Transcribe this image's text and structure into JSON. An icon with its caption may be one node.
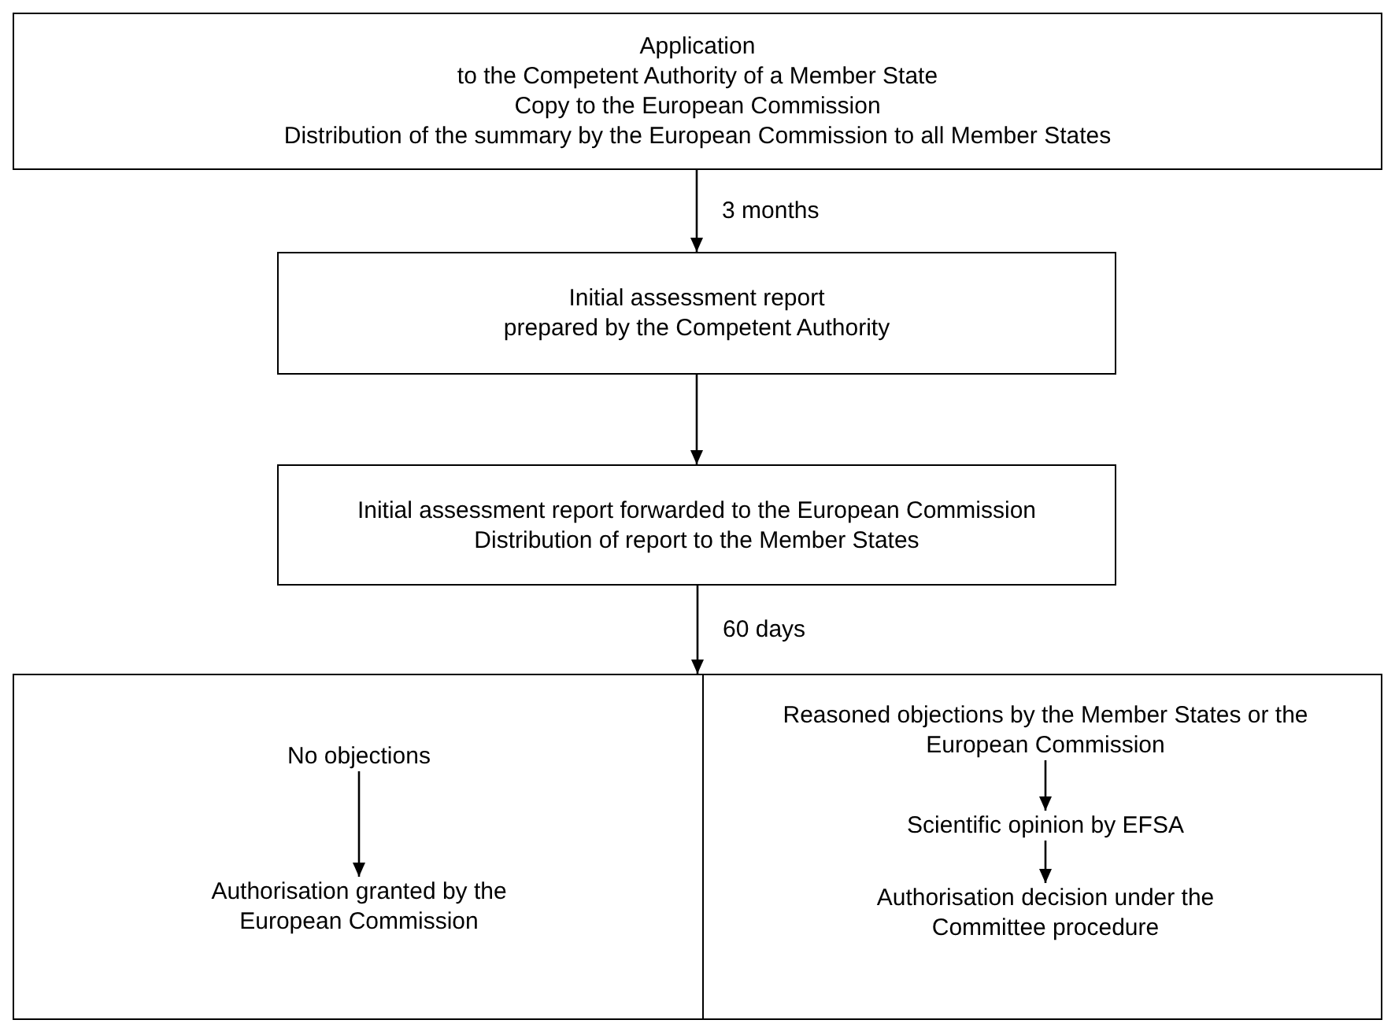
{
  "diagram": {
    "nodes": [
      {
        "text": [
          "Application",
          "to the Competent Authority of a Member State",
          "Copy to the European Commission",
          "Distribution of the summary by the European Commission to all Member States"
        ]
      },
      {
        "text": [
          "Initial assessment report",
          "prepared by the Competent Authority"
        ]
      },
      {
        "text": [
          "Initial assessment report forwarded to the European Commission",
          "Distribution of report to the Member States"
        ]
      },
      {
        "text": [],
        "shape": "box"
      },
      {
        "text": [
          "No objections"
        ],
        "in": 3
      },
      {
        "text": [
          "Authorisation granted by the European Commission"
        ],
        "in": 3
      },
      {
        "text": [
          "Reasoned objections by the Member States or the European Commission"
        ],
        "in": 3
      },
      {
        "text": [
          "Scientific opinion by EFSA"
        ],
        "in": 3
      },
      {
        "text": [
          "Authorisation decision under the Committee procedure"
        ],
        "in": 3
      }
    ],
    "edges": [
      {
        "from": 0,
        "to": 1,
        "arrow": "to",
        "label": "3 months"
      },
      {
        "from": 1,
        "to": 2,
        "arrow": "to"
      },
      {
        "from": 2,
        "to": 3,
        "arrow": "to",
        "label": "60 days"
      },
      {
        "from": 4,
        "to": 5,
        "arrow": "to"
      },
      {
        "from": 6,
        "to": 7,
        "arrow": "to"
      },
      {
        "from": 7,
        "to": 8,
        "arrow": "to"
      }
    ]
  }
}
